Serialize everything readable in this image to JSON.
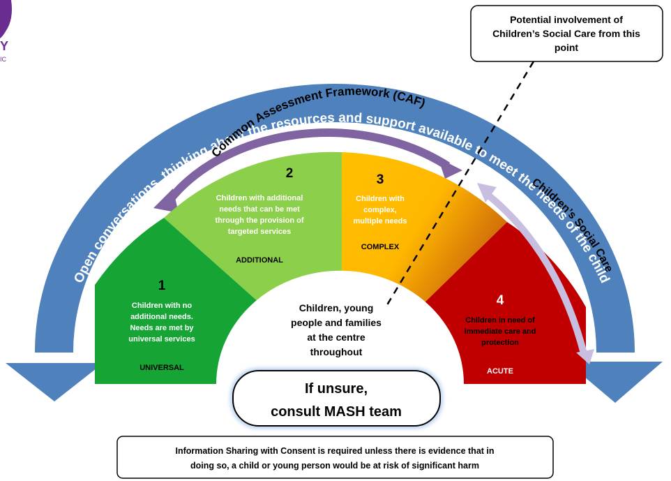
{
  "logo": {
    "fragments": [
      "Y",
      "IC"
    ]
  },
  "outer_arc_text": "Open conversations, thinking about the resources and support available to meet the needs of the child",
  "caf_arc_text": "Common Assessment Framework (CAF)",
  "csc_arc_text": "Children’s Social Care",
  "csc_callout": {
    "lines": [
      "Potential involvement of",
      "Children’s Social Care from this",
      "point"
    ]
  },
  "segments": [
    {
      "number": "1",
      "lines": [
        "Children with no",
        "additional needs.",
        "Needs are met by",
        "universal services"
      ],
      "level": "UNIVERSAL",
      "color": "#16a535"
    },
    {
      "number": "2",
      "lines": [
        "Children with additional",
        "needs that can be met",
        "through the provision of",
        "targeted services"
      ],
      "level": "ADDITIONAL",
      "color": "#8ccf4a"
    },
    {
      "number": "3",
      "lines": [
        "Children with",
        "complex,",
        "multiple needs"
      ],
      "level": "COMPLEX",
      "color": "#ffc000"
    },
    {
      "number": "4",
      "lines": [
        "Children in need of",
        "immediate care and",
        "protection"
      ],
      "level": "ACUTE",
      "color": "#c00000"
    }
  ],
  "centre": {
    "lines": [
      "Children, young",
      "people and families",
      "at the centre",
      "throughout"
    ]
  },
  "mash": {
    "lines": [
      "If unsure,",
      "consult MASH team"
    ]
  },
  "footer": {
    "lines": [
      "Information Sharing with Consent is required unless there is evidence that in",
      "doing so, a child or young person would be at risk of significant harm"
    ]
  },
  "colors": {
    "outer_arrow": "#4f81bd",
    "caf_arrow": "#8064a2",
    "csc_arrow": "#c8bfe0",
    "logo": "#6a2c91"
  }
}
